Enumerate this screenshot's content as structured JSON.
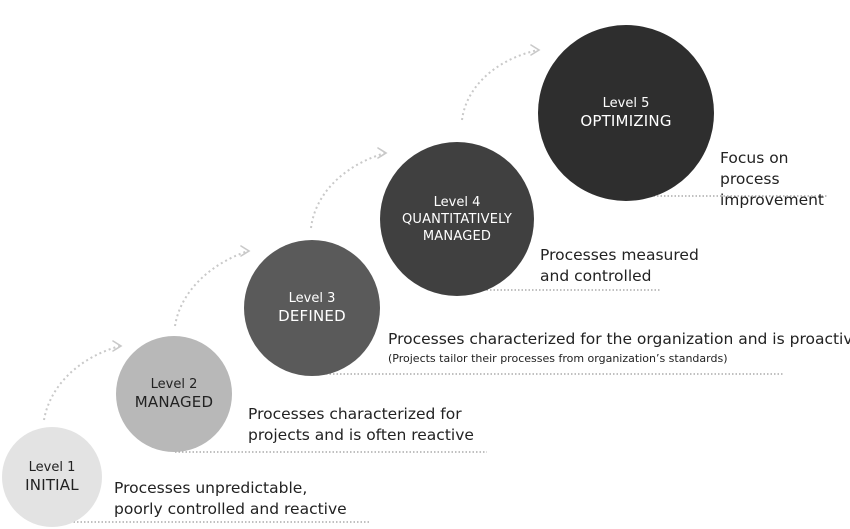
{
  "levels": [
    {
      "label": "Level 1",
      "name": "INITIAL",
      "description": "Processes unpredictable,\npoorly controlled and reactive",
      "color": "#e3e3e3",
      "text_color": "#222222"
    },
    {
      "label": "Level 2",
      "name": "MANAGED",
      "description": "Processes characterized for\nprojects and is often reactive",
      "color": "#b8b8b8",
      "text_color": "#222222"
    },
    {
      "label": "Level 3",
      "name": "DEFINED",
      "description": "Processes characterized for the organization and is proactive",
      "note": "(Projects tailor their processes from organization’s standards)",
      "color": "#5a5a5a",
      "text_color": "#ffffff"
    },
    {
      "label": "Level 4",
      "name": "QUANTITATIVELY\nMANAGED",
      "description": "Processes measured\nand controlled",
      "color": "#404040",
      "text_color": "#ffffff"
    },
    {
      "label": "Level 5",
      "name": "OPTIMIZING",
      "description": "Focus on process\nimprovement",
      "color": "#2e2e2e",
      "text_color": "#ffffff"
    }
  ]
}
